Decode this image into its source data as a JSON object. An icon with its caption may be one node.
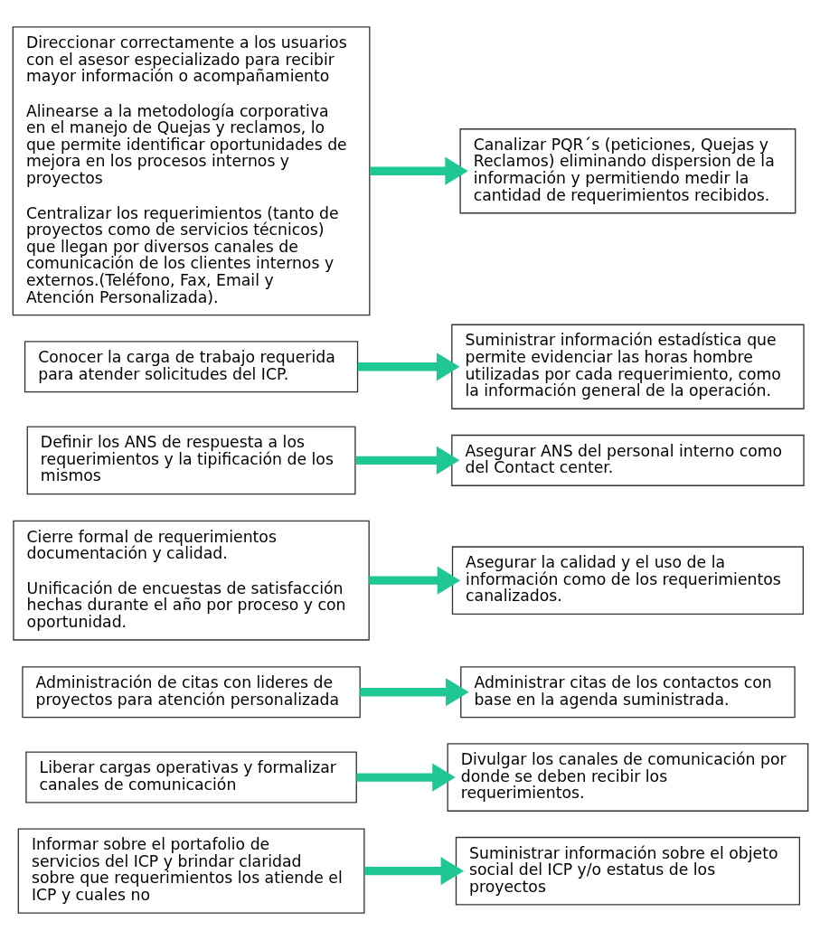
{
  "diagram": {
    "nodes": [
      {
        "text": [
          "Direccionar correctamente a los usuarios con el asesor especializado para recibir mayor información o acompañamiento",
          "Alinearse a la metodología corporativa en el manejo de Quejas y reclamos, lo que permite identificar oportunidades de mejora en los procesos internos y proyectos",
          "Centralizar los requerimientos (tanto de proyectos como de servicios técnicos) que llegan por diversos canales de comunicación de los clientes internos y externos.(Teléfono, Fax, Email y Atención Personalizada)."
        ]
      },
      {
        "text": [
          "Canalizar PQR´s (peticiones, Quejas y Reclamos) eliminando dispersion de la información y permitiendo medir la cantidad de requerimientos recibidos."
        ]
      },
      {
        "text": [
          "Conocer la carga de trabajo requerida para atender solicitudes del ICP."
        ]
      },
      {
        "text": [
          "Suministrar información estadística que permite evidenciar las horas hombre utilizadas por cada requerimiento, como la información general de la operación."
        ]
      },
      {
        "text": [
          "Definir los ANS de respuesta a los requerimientos y la tipificación de los mismos"
        ]
      },
      {
        "text": [
          "Asegurar ANS del personal interno como del Contact center."
        ]
      },
      {
        "text": [
          "Cierre formal de requerimientos documentación y calidad.",
          "Unificación de encuestas de satisfacción hechas durante el año por proceso y con oportunidad."
        ]
      },
      {
        "text": [
          "Asegurar la calidad y el uso de la información como de los requerimientos canalizados."
        ]
      },
      {
        "text": [
          "Administración de citas con lideres de proyectos para atención personalizada"
        ]
      },
      {
        "text": [
          "Administrar citas de los contactos con base en la agenda suministrada."
        ]
      },
      {
        "text": [
          "Liberar cargas operativas y formalizar canales de comunicación"
        ]
      },
      {
        "text": [
          "Divulgar los canales de comunicación por donde se deben recibir los requerimientos."
        ]
      },
      {
        "text": [
          "Informar sobre el portafolio de servicios del ICP y brindar claridad sobre que requerimientos los atiende el ICP y cuales no"
        ]
      },
      {
        "text": [
          "Suministrar información sobre el objeto social del ICP y/o estatus de los proyectos"
        ]
      }
    ],
    "edges": [
      {
        "from": 0,
        "to": 1,
        "arrow": "to"
      },
      {
        "from": 2,
        "to": 3,
        "arrow": "to"
      },
      {
        "from": 4,
        "to": 5,
        "arrow": "to"
      },
      {
        "from": 6,
        "to": 7,
        "arrow": "to"
      },
      {
        "from": 8,
        "to": 9,
        "arrow": "to"
      },
      {
        "from": 10,
        "to": 11,
        "arrow": "to"
      },
      {
        "from": 12,
        "to": 13,
        "arrow": "to"
      }
    ]
  }
}
